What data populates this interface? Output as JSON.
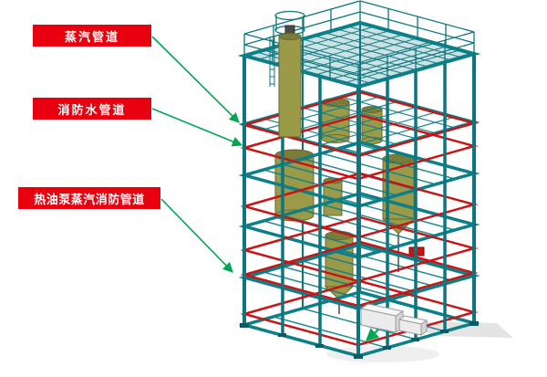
{
  "annotations": [
    {
      "id": "steam-pipeline",
      "text": "蒸汽管道"
    },
    {
      "id": "fire-water-pipeline",
      "text": "消防水管道"
    },
    {
      "id": "hot-oil-pump-steam-fire-pipeline",
      "text": "热油泵蒸汽消防管道"
    }
  ],
  "colors": {
    "background": "#ffffff",
    "label_background": "#e8000f",
    "label_text": "#ffffff",
    "leader_arrow_green": "#00a651",
    "frame_teal": "#0d7f88",
    "pipe_red": "#c81414",
    "tank_olive": "#9a9a48",
    "equipment_gray": "#ececec",
    "shadow_gray": "#d2d2d2"
  }
}
